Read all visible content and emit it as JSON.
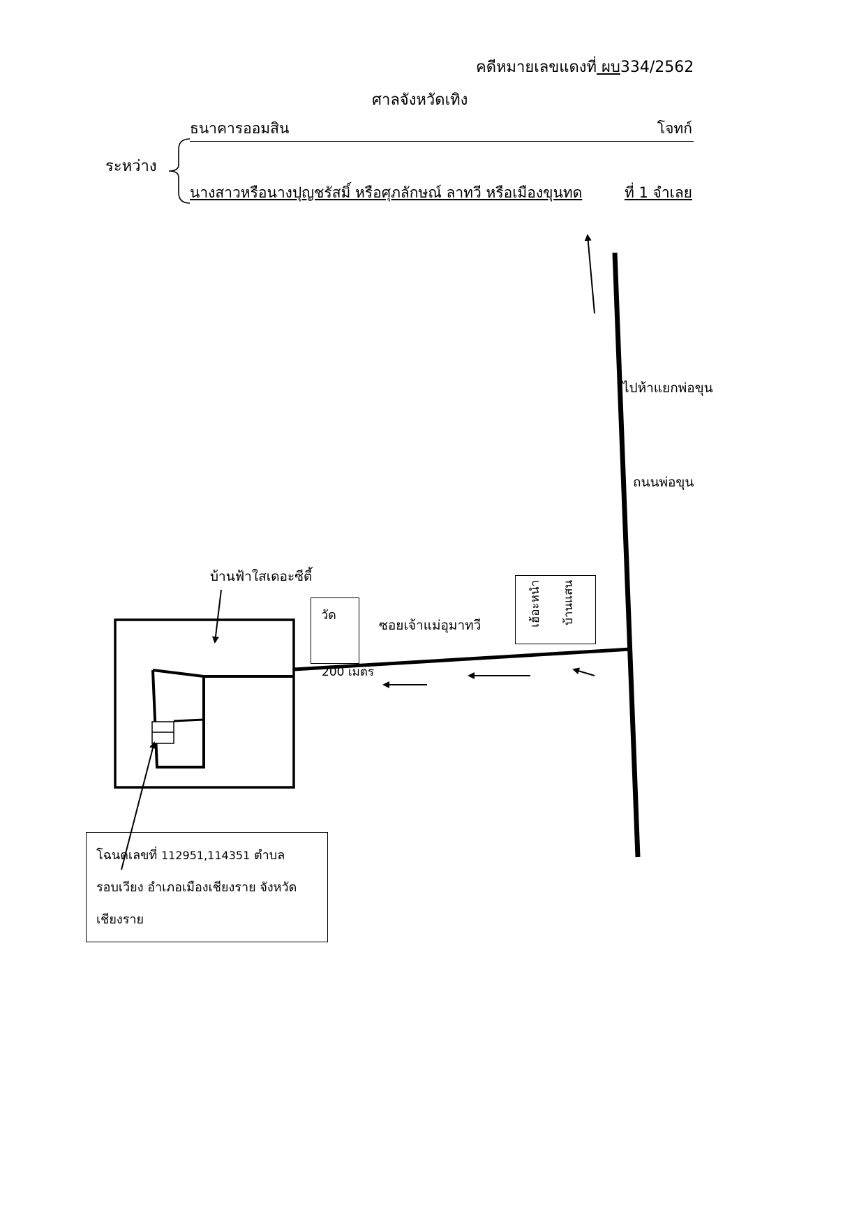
{
  "header": {
    "case_prefix": "คดีหมายเลขแดงที่",
    "case_code": " ผบ",
    "case_number": "334/2562",
    "court": "ศาลจังหวัดเทิง",
    "between": "ระหว่าง",
    "plaintiff_name": "ธนาคารออมสิน",
    "plaintiff_role": "โจทก์",
    "defendant_name": "นางสาวหรือนางปุญชรัสมิ์  หรือศุภลักษณ์  ลาทวี หรือเมืองขุนทด",
    "defendant_role": "ที่ 1   จำเลย"
  },
  "map": {
    "road_direction": "ไปห้าแยกพ่อขุน",
    "road_name": "ถนนพ่อขุน",
    "village": "บ้านฟ้าใสเดอะซีตี้",
    "temple": "วัด",
    "soi": "ซอยเจ้าแม่อุมาทวี",
    "distance": "200 เมตร",
    "shop_col1": "บ้านแสน",
    "shop_col2": "เฮ้อะหนำ"
  },
  "deed": {
    "line1_prefix": "โฉนดเลขที่ ",
    "deed_numbers": "112951,114351",
    "line1_suffix": "   ตำบล",
    "line2": "รอบเวียง  อำเภอเมืองเชียงราย   จังหวัด",
    "line3": "เชียงราย"
  }
}
